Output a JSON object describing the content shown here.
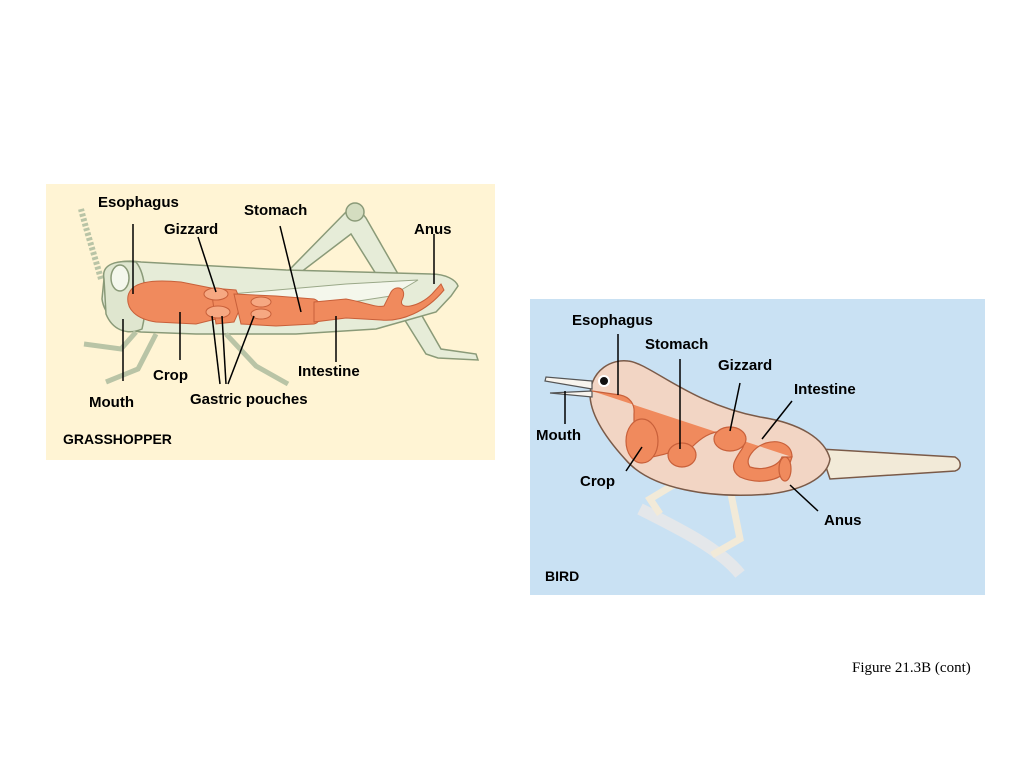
{
  "figure": {
    "caption": "Figure 21.3B (cont)"
  },
  "colors": {
    "grasshopper_bg": "#fff4d4",
    "bird_bg": "#c9e1f3",
    "digestive_tract": "#f08a5d",
    "grasshopper_body": "#e6ecd8",
    "grasshopper_outline": "#8a9a78",
    "bird_body": "#f2d5c4",
    "bird_outline": "#7a5a48"
  },
  "grasshopper": {
    "name": "GRASSHOPPER",
    "labels": {
      "esophagus": "Esophagus",
      "gizzard": "Gizzard",
      "stomach": "Stomach",
      "anus": "Anus",
      "crop": "Crop",
      "intestine": "Intestine",
      "mouth": "Mouth",
      "gastric_pouches": "Gastric pouches"
    }
  },
  "bird": {
    "name": "BIRD",
    "labels": {
      "esophagus": "Esophagus",
      "stomach": "Stomach",
      "gizzard": "Gizzard",
      "intestine": "Intestine",
      "mouth": "Mouth",
      "crop": "Crop",
      "anus": "Anus"
    }
  }
}
